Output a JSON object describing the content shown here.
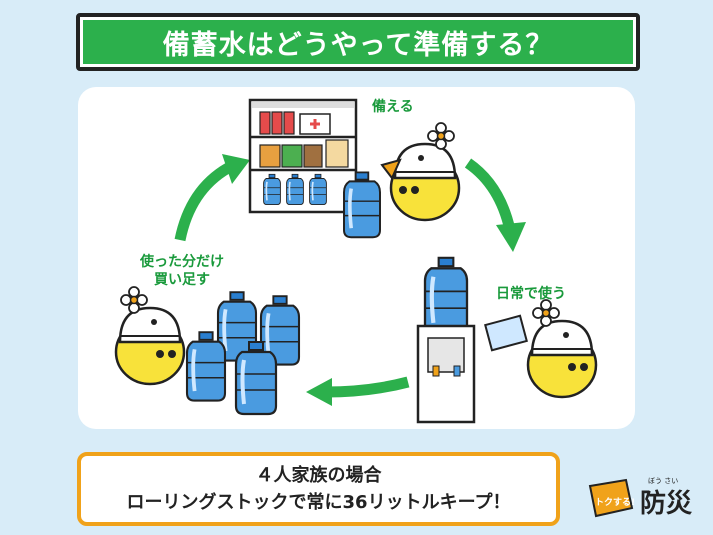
{
  "title": "備蓄水はどうやって準備する？",
  "cycle": {
    "prepare": "備える",
    "use_daily": "日常で使う",
    "buy_line1": "使った分だけ",
    "buy_line2": "買い足す"
  },
  "note": {
    "line1": "４人家族の場合",
    "line2": "ローリングストックで常に36リットルキープ！"
  },
  "logo": {
    "mark": "トクする!",
    "name": "防災",
    "ruby": "ぼう さい"
  },
  "colors": {
    "green": "#2cb04c",
    "orange": "#f0a21a",
    "background": "#d8ecf8",
    "water": "#3b8fd8",
    "chick": "#f8e23a"
  }
}
